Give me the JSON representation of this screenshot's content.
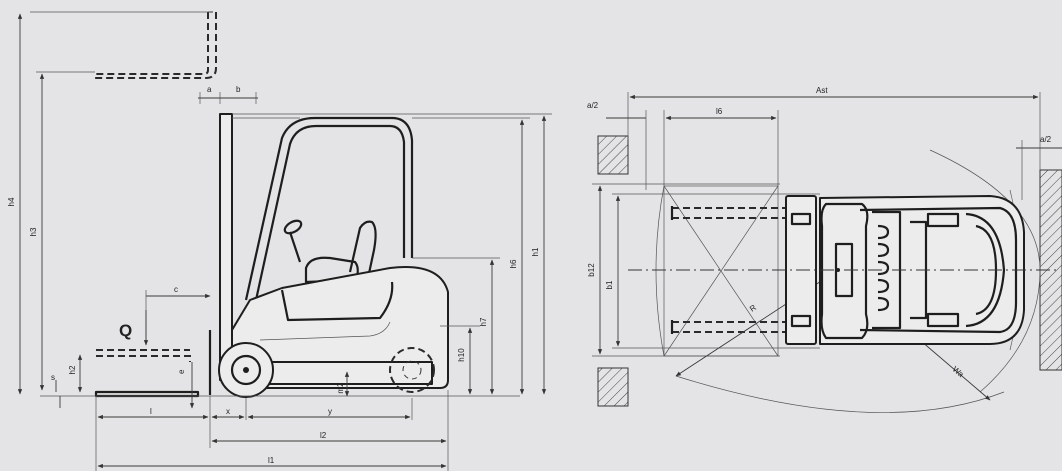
{
  "side_view": {
    "labels": {
      "h4": "h4",
      "h3": "h3",
      "h1": "h1",
      "h6": "h6",
      "h7": "h7",
      "h10": "h10",
      "h2": "h2",
      "s": "s",
      "m2": "m2",
      "a": "a",
      "b": "b",
      "c": "c",
      "q": "Q",
      "e": "e",
      "l": "l",
      "x": "x",
      "y": "y",
      "l2": "l2",
      "l1": "l1"
    }
  },
  "top_view": {
    "labels": {
      "ast": "Ast",
      "a_half_left": "a/2",
      "a_half_right": "a/2",
      "l6": "l6",
      "b12": "b12",
      "b1": "b1",
      "r": "R",
      "wa": "Wa"
    }
  }
}
